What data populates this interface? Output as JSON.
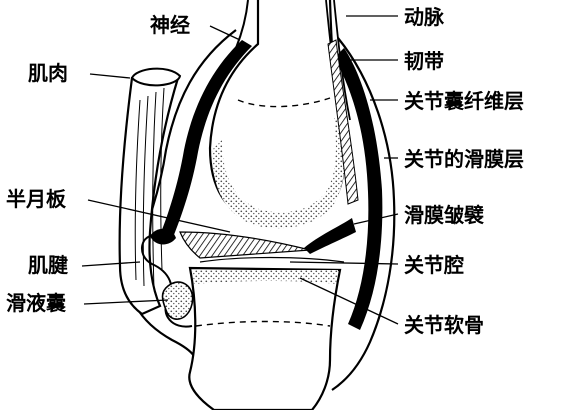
{
  "labels": {
    "nerve": "神经",
    "artery": "动脉",
    "muscle": "肌肉",
    "ligament": "韧带",
    "fibrous_capsule": "关节囊纤维层",
    "synovial_membrane": "关节的滑膜层",
    "meniscus": "半月板",
    "synovial_fold": "滑膜皱襞",
    "tendon": "肌腱",
    "joint_cavity": "关节腔",
    "bursa": "滑液囊",
    "cartilage": "关节软骨"
  },
  "colors": {
    "ink": "#000000",
    "paper": "#ffffff",
    "stipple": "#6b6b6b"
  }
}
